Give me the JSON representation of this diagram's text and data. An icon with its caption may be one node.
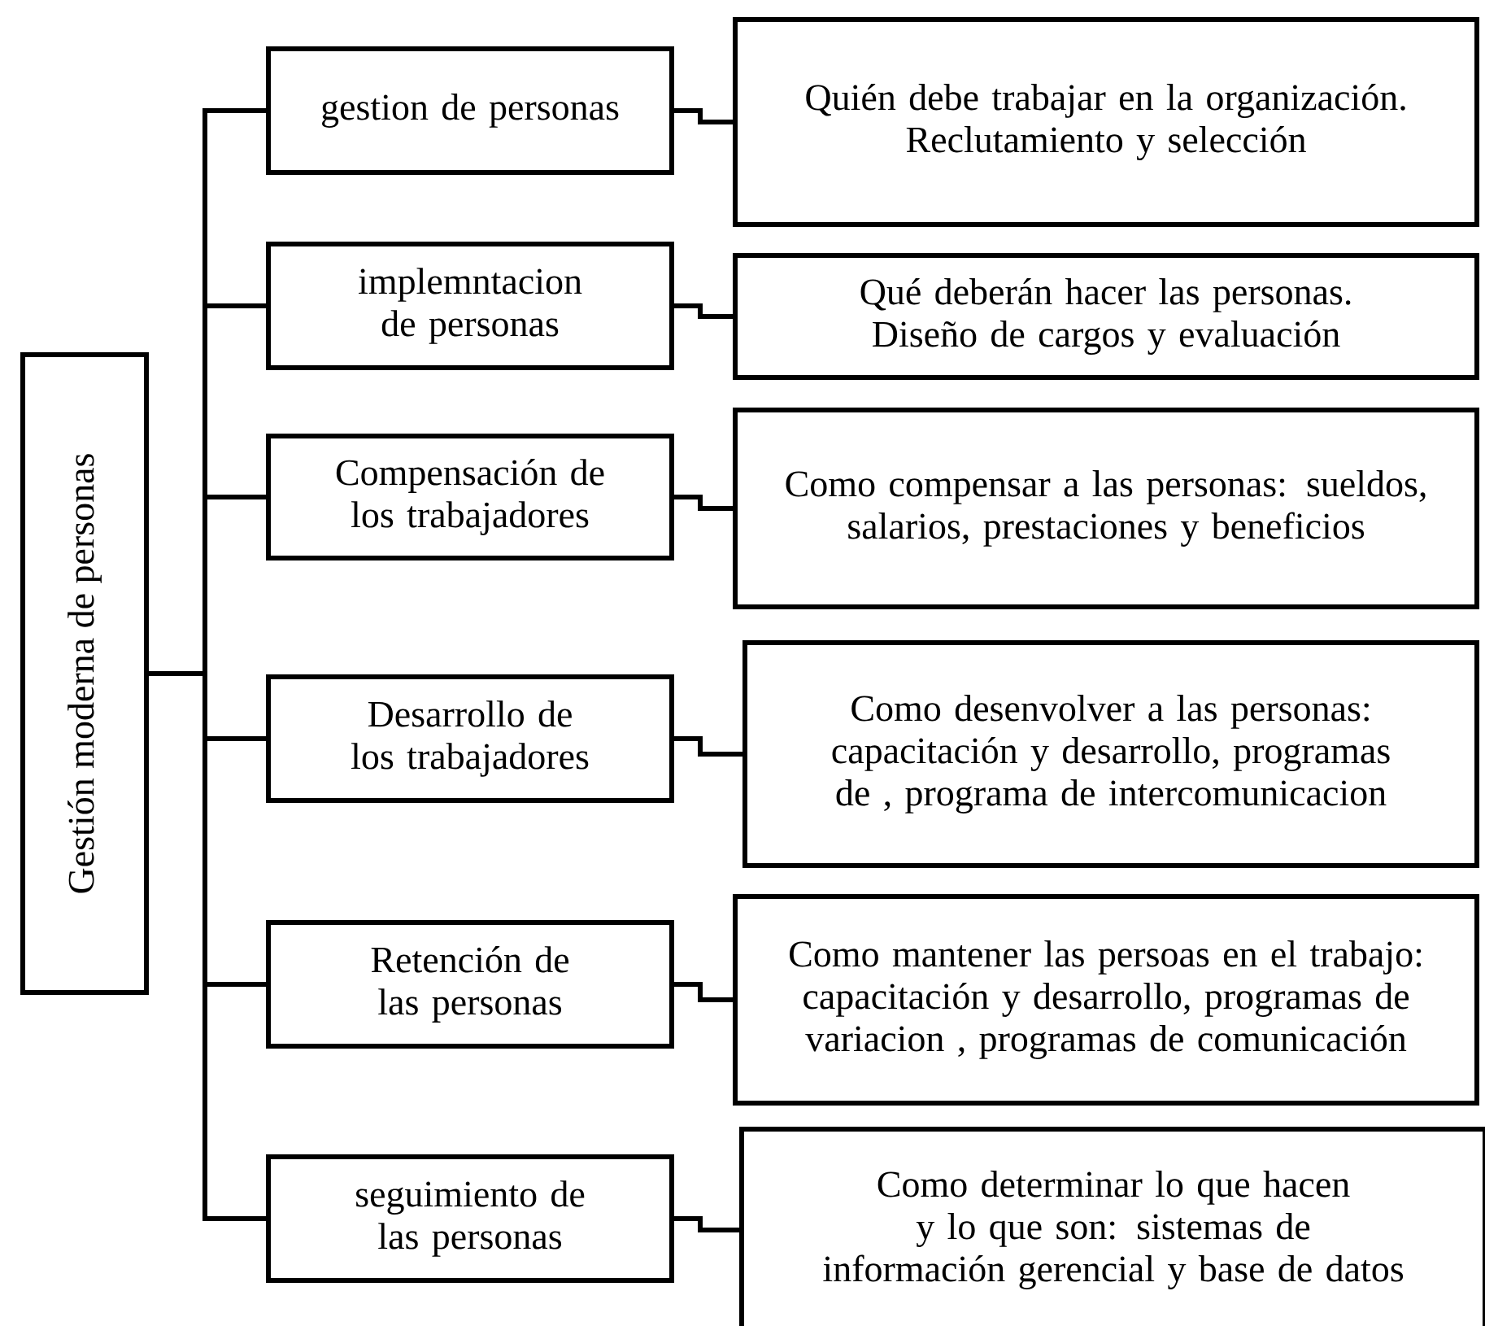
{
  "diagram": {
    "nodes": [
      {
        "text": [
          "Gestión moderna de personas"
        ]
      },
      {
        "text": [
          "gestion de personas"
        ]
      },
      {
        "text": [
          "Quién debe trabajar en la organización. Reclutamiento y selección"
        ]
      },
      {
        "text": [
          "implemntacion de personas"
        ]
      },
      {
        "text": [
          "Qué deberán hacer las personas. Diseño de cargos y evaluación"
        ]
      },
      {
        "text": [
          "Compensación de los trabajadores"
        ]
      },
      {
        "text": [
          "Como compensar a las personas: sueldos, salarios, prestaciones y beneficios"
        ]
      },
      {
        "text": [
          "Desarrollo de los trabajadores"
        ]
      },
      {
        "text": [
          "Como desenvolver a las personas: capacitación y desarrollo, programas de , programa de intercomunicacion"
        ]
      },
      {
        "text": [
          "Retención de las personas"
        ]
      },
      {
        "text": [
          "Como mantener las persoas en el trabajo: capacitación y desarrollo, programas de variacion , programas de comunicación"
        ]
      },
      {
        "text": [
          "seguimiento de las personas"
        ]
      },
      {
        "text": [
          "Como determinar lo que hacen y lo que son: sistemas de información gerencial y base de datos"
        ]
      }
    ],
    "edges": [
      {
        "from": 0,
        "to": 1,
        "arrow": "none"
      },
      {
        "from": 0,
        "to": 3,
        "arrow": "none"
      },
      {
        "from": 0,
        "to": 5,
        "arrow": "none"
      },
      {
        "from": 0,
        "to": 7,
        "arrow": "none"
      },
      {
        "from": 0,
        "to": 9,
        "arrow": "none"
      },
      {
        "from": 0,
        "to": 11,
        "arrow": "none"
      },
      {
        "from": 1,
        "to": 2,
        "arrow": "none"
      },
      {
        "from": 3,
        "to": 4,
        "arrow": "none"
      },
      {
        "from": 5,
        "to": 6,
        "arrow": "none"
      },
      {
        "from": 7,
        "to": 8,
        "arrow": "none"
      },
      {
        "from": 9,
        "to": 10,
        "arrow": "none"
      },
      {
        "from": 11,
        "to": 12,
        "arrow": "none"
      }
    ]
  }
}
